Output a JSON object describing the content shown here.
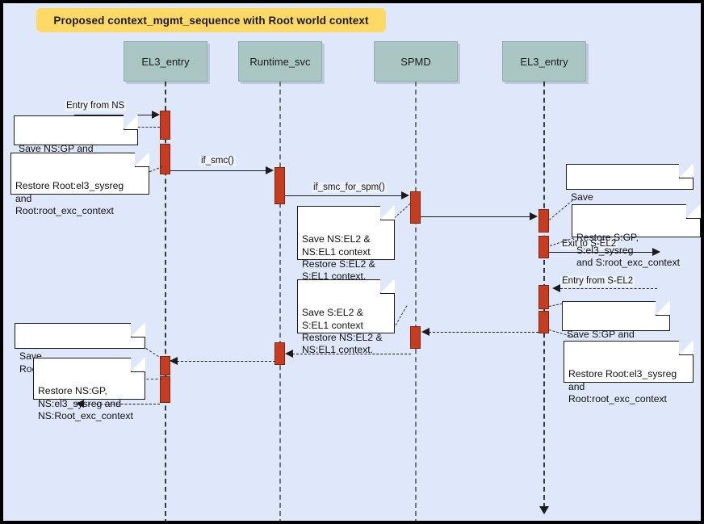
{
  "diagram": {
    "type": "sequence-diagram",
    "title": "Proposed context_mgmt_sequence with Root world context",
    "background_color": "#dfe7fa",
    "title_banner_color": "#ffd966",
    "lifeline_head_color": "#a9c6c3",
    "activation_color": "#c63c20",
    "note_color": "#ffffff"
  },
  "lifelines": [
    {
      "id": "ll1",
      "label": "EL3_entry"
    },
    {
      "id": "ll2",
      "label": "Runtime_svc"
    },
    {
      "id": "ll3",
      "label": "SPMD"
    },
    {
      "id": "ll4",
      "label": "EL3_entry"
    }
  ],
  "messages": [
    {
      "id": "m1",
      "label": "Entry from NS",
      "style": "solid",
      "direction": "right"
    },
    {
      "id": "m2",
      "label": "if_smc()",
      "style": "solid",
      "direction": "right"
    },
    {
      "id": "m3",
      "label": "if_smc_for_spm()",
      "style": "solid",
      "direction": "right"
    },
    {
      "id": "m4",
      "label": "",
      "style": "solid",
      "direction": "right"
    },
    {
      "id": "m5",
      "label": "Exit to S-EL2",
      "style": "solid",
      "direction": "right"
    },
    {
      "id": "m6",
      "label": "Entry from S-EL2",
      "style": "dashed",
      "direction": "left"
    },
    {
      "id": "m7",
      "label": "",
      "style": "dashed",
      "direction": "left"
    },
    {
      "id": "m8",
      "label": "",
      "style": "dashed",
      "direction": "left"
    },
    {
      "id": "m9",
      "label": "",
      "style": "dashed",
      "direction": "left"
    }
  ],
  "notes": [
    {
      "id": "n1",
      "text": "Save NS:GP and\nNS:Root_exc_context"
    },
    {
      "id": "n2",
      "text": "Restore Root:el3_sysreg\nand\nRoot:root_exc_context"
    },
    {
      "id": "n3",
      "text": "Save NS:EL2 &\nNS:EL1 context\nRestore S:EL2 &\nS:EL1 context."
    },
    {
      "id": "n4",
      "text": "Save Root:root_exc_context"
    },
    {
      "id": "n5",
      "text": "Restore S:GP, S:el3_sysreg\nand S:root_exc_context"
    },
    {
      "id": "n6",
      "text": "Save S:GP and\nS:root_exc_context"
    },
    {
      "id": "n7",
      "text": "Restore Root:el3_sysreg\nand\nRoot:root_exc_context"
    },
    {
      "id": "n8",
      "text": "Save S:EL2 &\nS:EL1 context\nRestore NS:EL2 &\nNS:EL1 context."
    },
    {
      "id": "n9",
      "text": "Save Root:root_exc_context"
    },
    {
      "id": "n10",
      "text": "Restore NS:GP,\nNS:el3_sysreg and\nNS:Root_exc_context"
    }
  ]
}
